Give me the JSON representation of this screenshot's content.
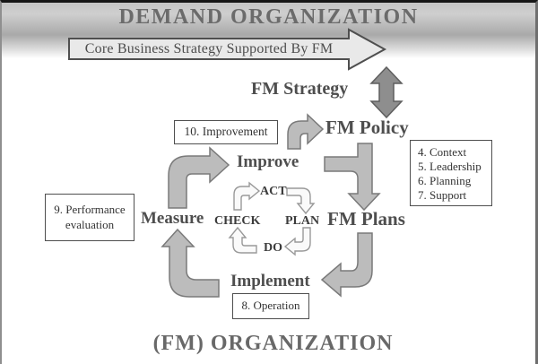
{
  "titles": {
    "demand": "DEMAND ORGANIZATION",
    "fm_org": "(FM) ORGANIZATION"
  },
  "banner_arrow": {
    "label": "Core Business Strategy Supported By FM"
  },
  "labels": {
    "fm_strategy": "FM Strategy",
    "fm_policy": "FM Policy",
    "fm_plans": "FM Plans",
    "improve": "Improve",
    "measure": "Measure",
    "implement": "Implement"
  },
  "pdca": {
    "act": "ACT",
    "check": "CHECK",
    "plan": "PLAN",
    "do": "DO"
  },
  "boxes": {
    "improvement": "10. Improvement",
    "context_list": [
      "4. Context",
      "5. Leadership",
      "6. Planning",
      "7. Support"
    ],
    "performance": [
      "9. Performance",
      "evaluation"
    ],
    "operation": "8. Operation"
  },
  "icons": {
    "core_arrow": "right-arrow-banner",
    "strategy_arrow": "double-vertical-arrow",
    "cycle_arrows": [
      "arrow-improve-to-fm-policy",
      "arrow-fm-policy-to-fm-plans",
      "arrow-fm-plans-to-implement",
      "arrow-implement-to-measure",
      "arrow-measure-to-improve",
      "arrow-check-to-act",
      "arrow-act-to-plan",
      "arrow-plan-to-do",
      "arrow-do-to-check"
    ]
  },
  "colors": {
    "banner_gray": "#a9a9a9",
    "arrow_fill": "#bcbcbc",
    "arrow_dark": "#8e8e8e",
    "text_gray": "#4e4e4e",
    "title_gray": "#6b6b6b"
  }
}
